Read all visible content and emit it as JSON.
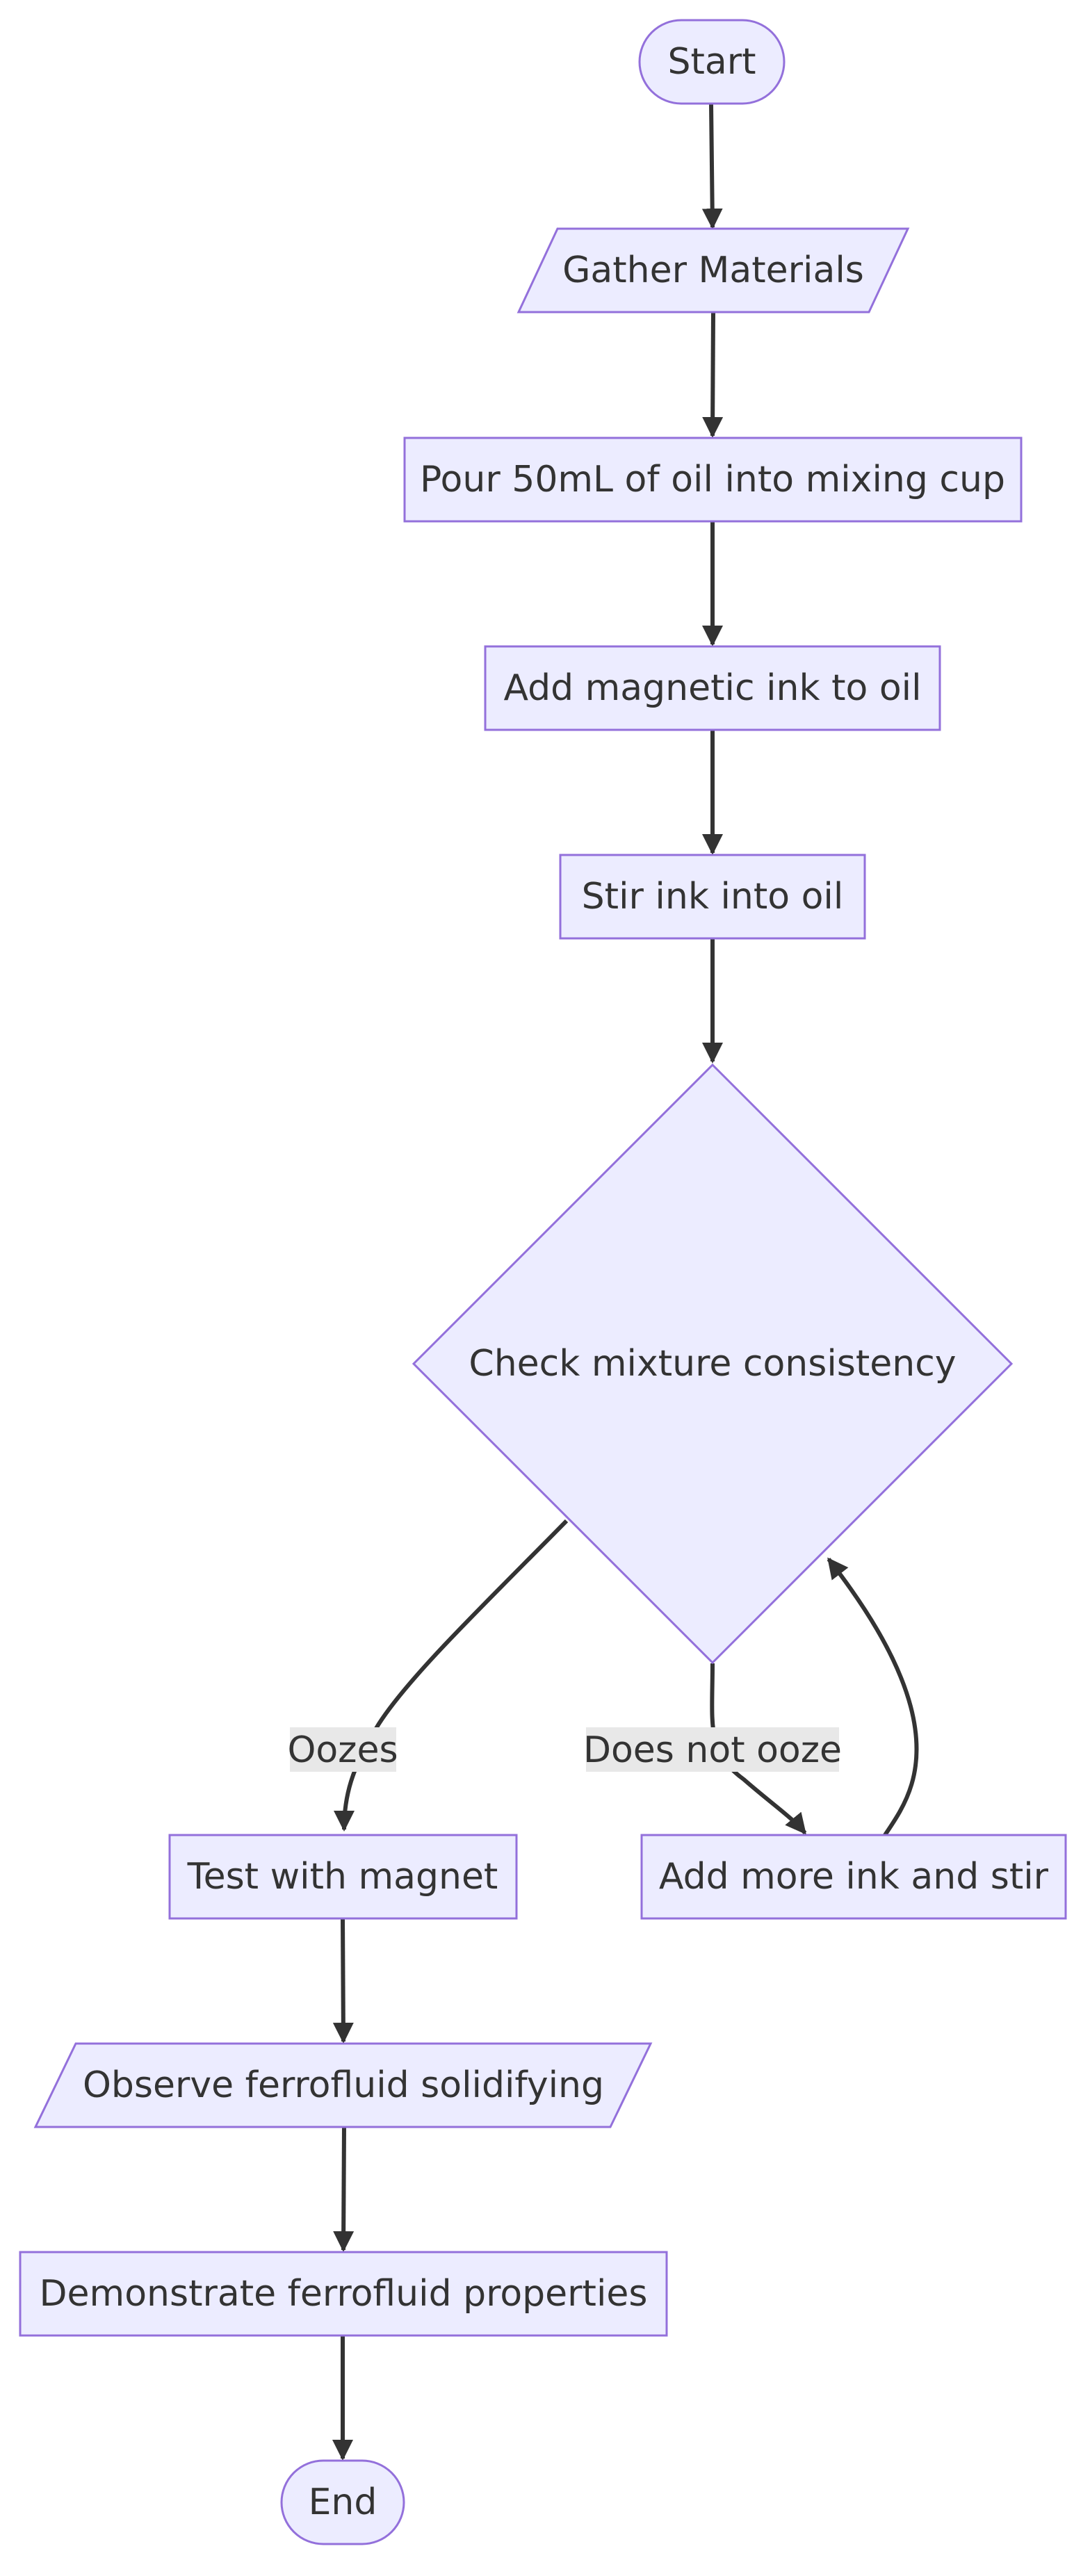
{
  "nodes": {
    "start": "Start",
    "gather": "Gather Materials",
    "pour": "Pour 50mL of oil into mixing cup",
    "add_ink": "Add magnetic ink to oil",
    "stir": "Stir ink into oil",
    "check": "Check mixture consistency",
    "test": "Test with magnet",
    "add_more": "Add more ink and stir",
    "observe": "Observe ferrofluid solidifying",
    "demonstrate": "Demonstrate ferrofluid properties",
    "end": "End"
  },
  "edges": {
    "oozes": "Oozes",
    "does_not_ooze": "Does not ooze"
  },
  "colors": {
    "node_fill": "#ECECFF",
    "node_stroke": "#9370DB",
    "edge": "#333333",
    "label_bg": "#e8e8e8"
  }
}
